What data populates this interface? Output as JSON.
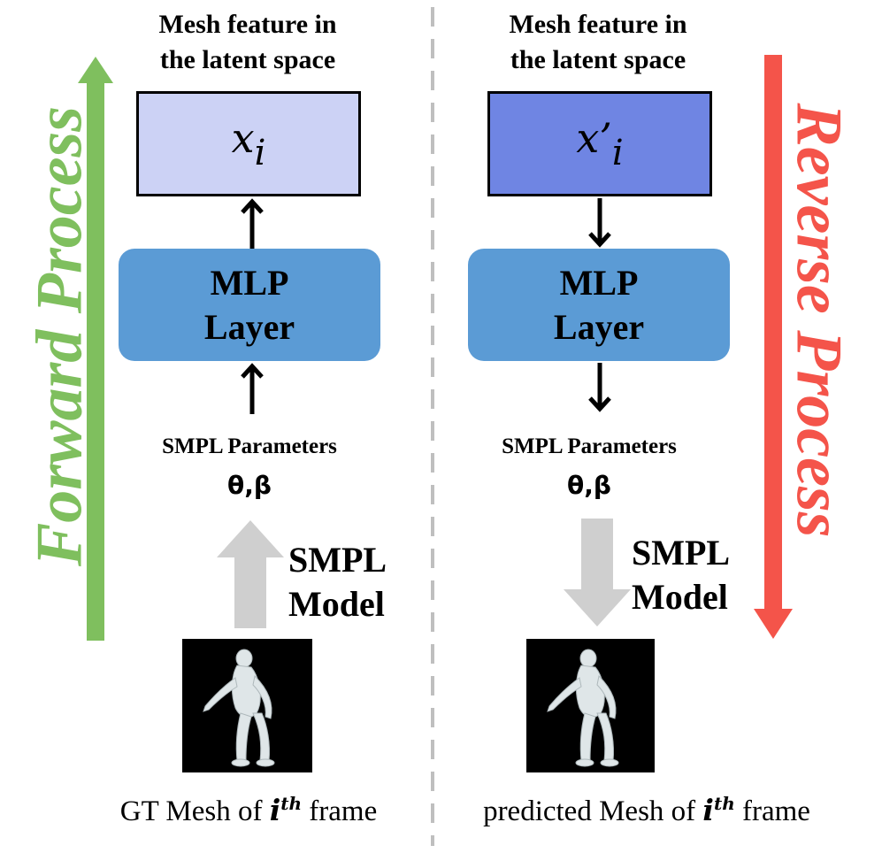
{
  "left": {
    "title_line1": "Mesh feature in",
    "title_line2": "the latent space",
    "latent_var": "x",
    "latent_sub": "i",
    "mlp_line1": "MLP",
    "mlp_line2": "Layer",
    "params_label": "SMPL Parameters",
    "params_symbols": "θ,β",
    "model_line1": "SMPL",
    "model_line2": "Model",
    "caption_pre": "GT Mesh of ",
    "caption_i": "i",
    "caption_sup": "th",
    "caption_post": " frame",
    "process_label": "Forward Process"
  },
  "right": {
    "title_line1": "Mesh feature in",
    "title_line2": "the latent space",
    "latent_var": "x’",
    "latent_sub": "i",
    "mlp_line1": "MLP",
    "mlp_line2": "Layer",
    "params_label": "SMPL Parameters",
    "params_symbols": "θ,β",
    "model_line1": "SMPL",
    "model_line2": "Model",
    "caption_pre": "predicted Mesh of ",
    "caption_i": "i",
    "caption_sup": "th",
    "caption_post": " frame",
    "process_label": "Reverse Process"
  },
  "colors": {
    "forward": "#7fbf5e",
    "reverse": "#f4544a",
    "latent_left": "#ccd2f5",
    "latent_right": "#6f85e3",
    "mlp": "#5b9bd5",
    "smpl_arrow": "#cfcfcf"
  }
}
